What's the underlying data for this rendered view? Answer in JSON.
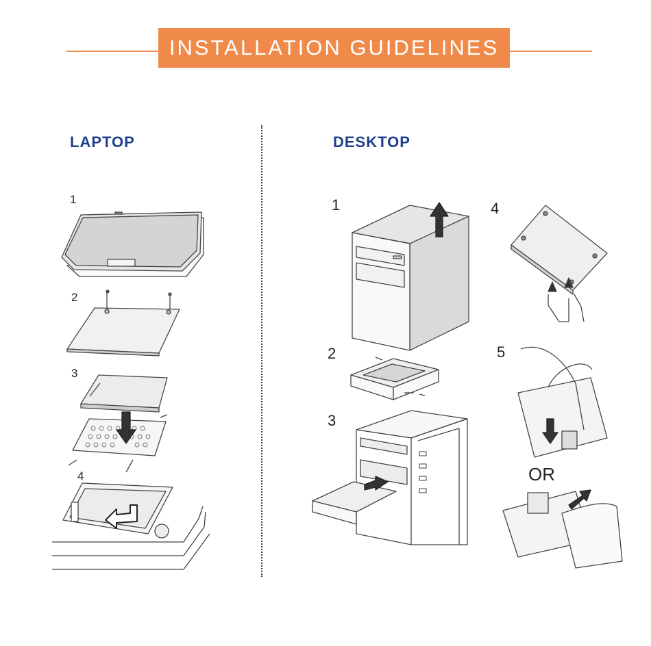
{
  "banner": {
    "title": "INSTALLATION GUIDELINES"
  },
  "laptop": {
    "title": "LAPTOP",
    "steps": [
      "1",
      "2",
      "3",
      "4"
    ]
  },
  "desktop": {
    "title": "DESKTOP",
    "steps": [
      "1",
      "2",
      "3",
      "4",
      "5"
    ],
    "or_label": "OR"
  },
  "colors": {
    "accent": "#f08a4b",
    "heading": "#1f3f8c",
    "line": "#444444",
    "fill": "#e9e9e9"
  }
}
